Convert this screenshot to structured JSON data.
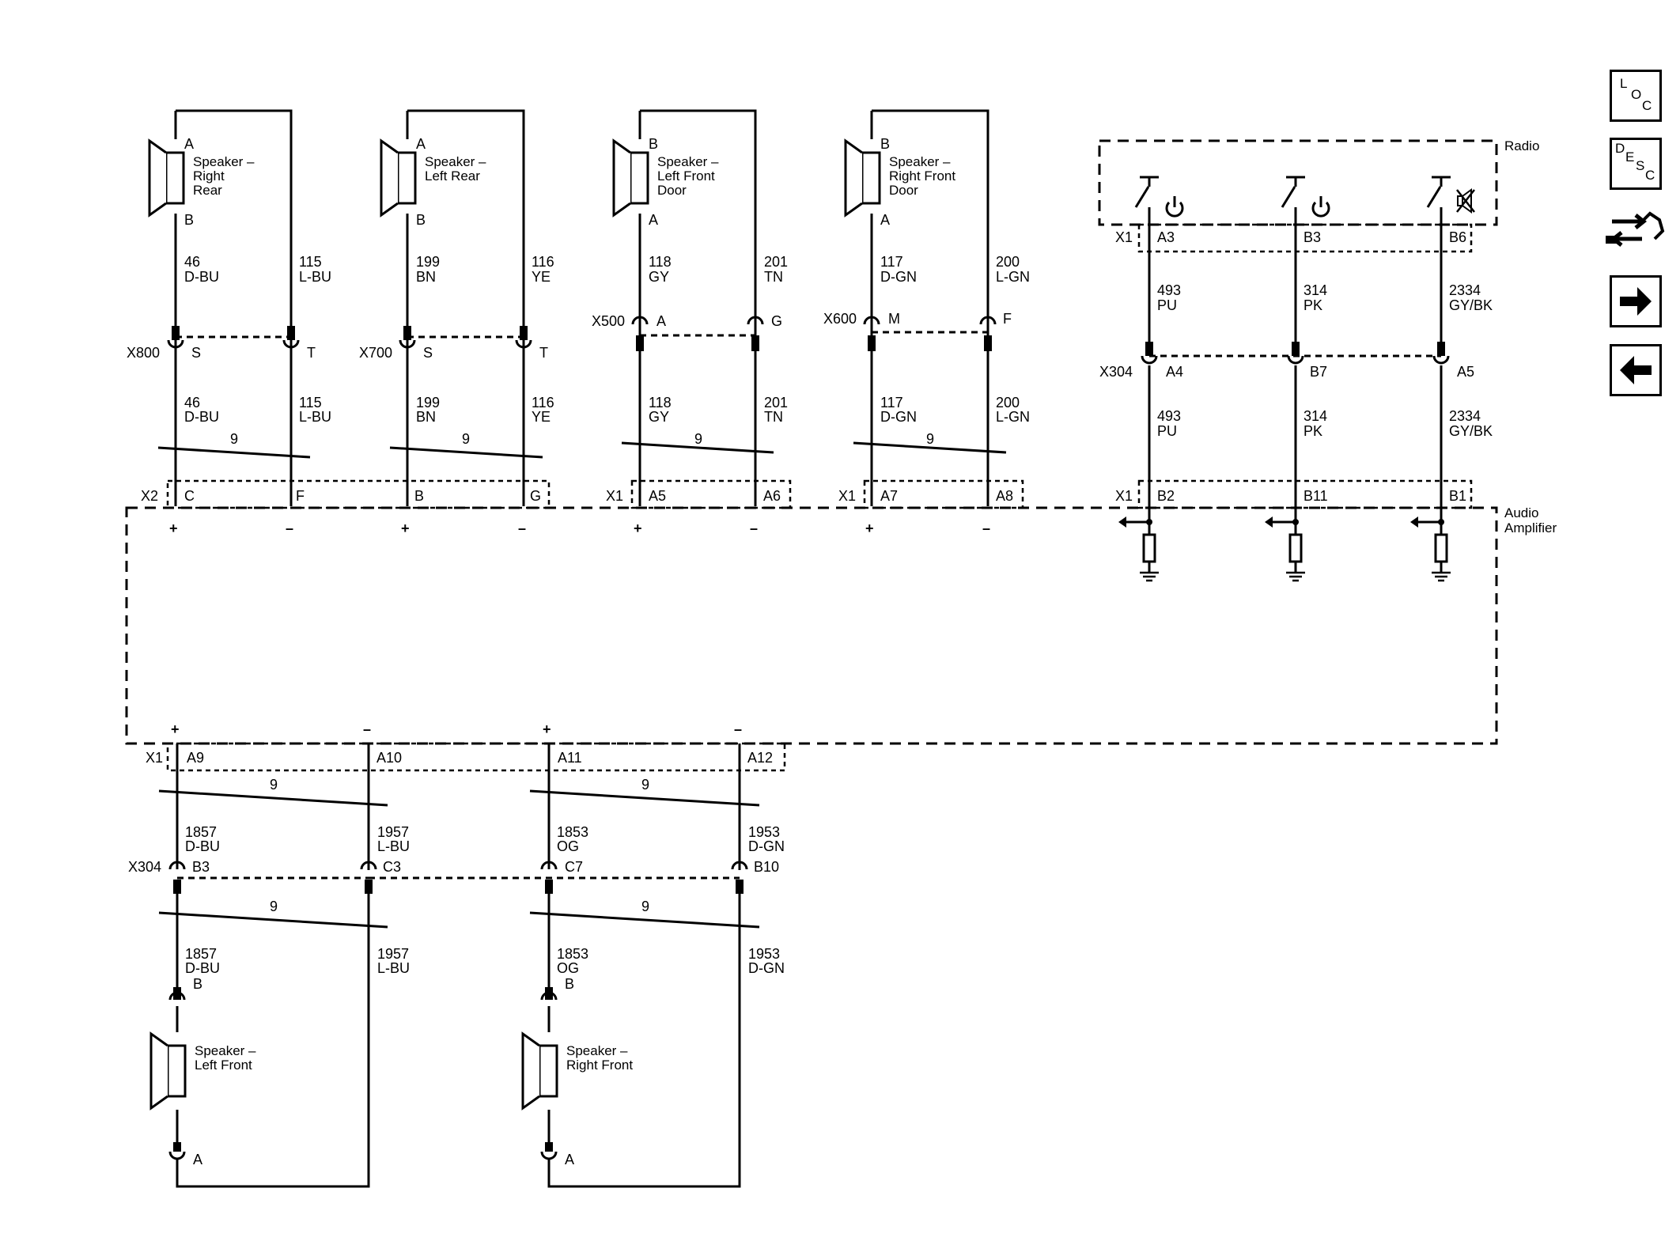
{
  "nav": {
    "loc_label": [
      "L",
      "O",
      "C"
    ],
    "desc_label": [
      "D",
      "E",
      "S",
      "C"
    ]
  },
  "modules": {
    "radio": "Radio",
    "amp_line1": "Audio",
    "amp_line2": "Amplifier"
  },
  "speakers": {
    "rr": [
      "Speaker –",
      "Right",
      "Rear"
    ],
    "lr": [
      "Speaker –",
      "Left Rear"
    ],
    "lfd": [
      "Speaker –",
      "Left Front",
      "Door"
    ],
    "rfd": [
      "Speaker –",
      "Right Front",
      "Door"
    ],
    "lf": [
      "Speaker –",
      "Left Front"
    ],
    "rf": [
      "Speaker –",
      "Right Front"
    ]
  },
  "top_pins": {
    "rr": [
      "A",
      "B"
    ],
    "lr": [
      "A",
      "B"
    ],
    "lfd": [
      "B",
      "A"
    ],
    "rfd": [
      "B",
      "A"
    ]
  },
  "top_wires_upper": [
    [
      "46",
      "D-BU",
      "115",
      "L-BU"
    ],
    [
      "199",
      "BN",
      "116",
      "YE"
    ],
    [
      "118",
      "GY",
      "201",
      "TN"
    ],
    [
      "117",
      "D-GN",
      "200",
      "L-GN"
    ]
  ],
  "top_wires_lower": [
    [
      "46",
      "D-BU",
      "115",
      "L-BU"
    ],
    [
      "199",
      "BN",
      "116",
      "YE"
    ],
    [
      "118",
      "GY",
      "201",
      "TN"
    ],
    [
      "117",
      "D-GN",
      "200",
      "L-GN"
    ]
  ],
  "inline_connectors": [
    {
      "name": "X800",
      "pins": [
        "S",
        "T"
      ]
    },
    {
      "name": "X700",
      "pins": [
        "S",
        "T"
      ]
    },
    {
      "name": "X500",
      "pins": [
        "A",
        "G"
      ]
    },
    {
      "name": "X600",
      "pins": [
        "M",
        "F"
      ]
    }
  ],
  "twist_count": "9",
  "amp_top_connectors": [
    {
      "name": "X2",
      "pins": [
        "C",
        "F",
        "B",
        "G"
      ]
    },
    {
      "name": "X1",
      "pins": [
        "A5",
        "A6"
      ]
    },
    {
      "name": "X1",
      "pins": [
        "A7",
        "A8"
      ]
    }
  ],
  "polarity": {
    "plus": "+",
    "minus": "–"
  },
  "radio_connector": {
    "name": "X1",
    "pins": [
      "A3",
      "B3",
      "B6"
    ]
  },
  "radio_wires": [
    [
      "493",
      "PU"
    ],
    [
      "314",
      "PK"
    ],
    [
      "2334",
      "GY/BK"
    ]
  ],
  "x304_upper": {
    "name": "X304",
    "pins": [
      "A4",
      "B7",
      "A5"
    ]
  },
  "amp_x1_right": {
    "name": "X1",
    "pins": [
      "B2",
      "B11",
      "B1"
    ]
  },
  "amp_bottom_connector": {
    "name": "X1",
    "pins": [
      "A9",
      "A10",
      "A11",
      "A12"
    ]
  },
  "bottom_wires_upper": [
    [
      "1857",
      "D-BU",
      "1957",
      "L-BU"
    ],
    [
      "1853",
      "OG",
      "1953",
      "D-GN"
    ]
  ],
  "x304_lower": {
    "name": "X304",
    "pins": [
      "B3",
      "C3",
      "C7",
      "B10"
    ]
  },
  "bottom_wires_lower": [
    [
      "1857",
      "D-BU",
      "1957",
      "L-BU"
    ],
    [
      "1853",
      "OG",
      "1953",
      "D-GN"
    ]
  ],
  "bottom_speaker_pins": {
    "lf": [
      "B",
      "A"
    ],
    "rf": [
      "B",
      "A"
    ]
  }
}
